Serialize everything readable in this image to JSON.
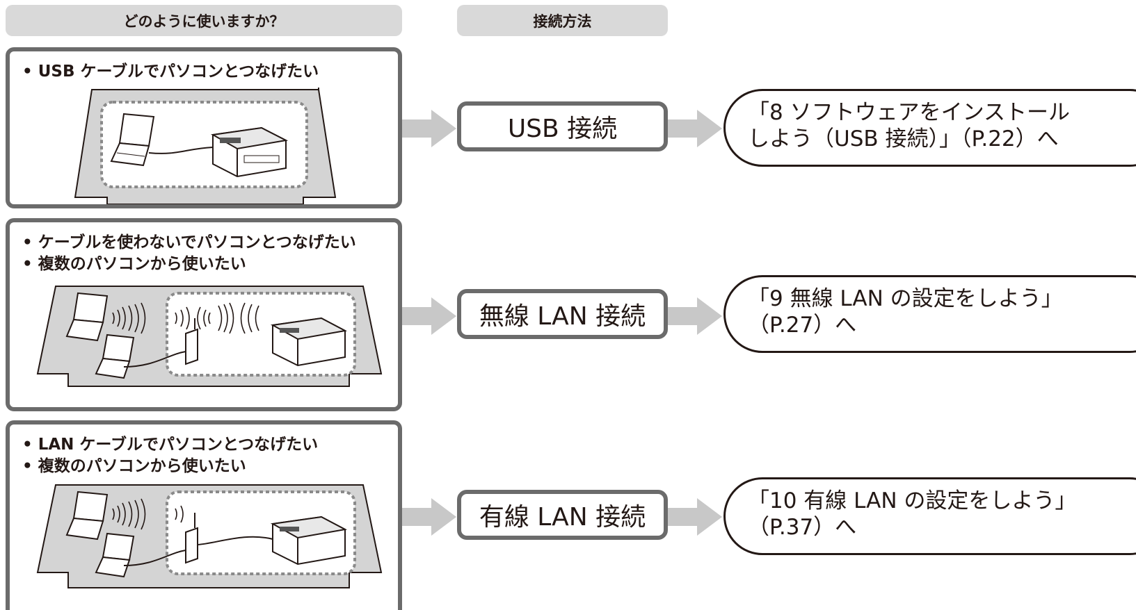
{
  "headers": {
    "usage": "どのように使いますか？",
    "method": "接続方法"
  },
  "rows": [
    {
      "bullets": [
        "USB ケーブルでパソコンとつなげたい"
      ],
      "connection": "USB 接続",
      "destination_line1": "「8 ソフトウェアをインストール",
      "destination_line2": "しよう（USB 接続）」（P.22）へ"
    },
    {
      "bullets": [
        "ケーブルを使わないでパソコンとつなげたい",
        "複数のパソコンから使いたい"
      ],
      "connection": "無線 LAN 接続",
      "destination_line1": "「9 無線 LAN の設定をしよう」",
      "destination_line2": "（P.27）へ"
    },
    {
      "bullets": [
        "LAN ケーブルでパソコンとつなげたい",
        "複数のパソコンから使いたい"
      ],
      "connection": "有線 LAN 接続",
      "destination_line1": "「10 有線 LAN の設定をしよう」",
      "destination_line2": "（P.37）へ"
    }
  ],
  "colors": {
    "frame": "#6b6b6b",
    "header_bg": "#d9d9d9",
    "house_fill": "#d4d4d4",
    "arrow": "#c8c8c8",
    "text": "#231815"
  }
}
